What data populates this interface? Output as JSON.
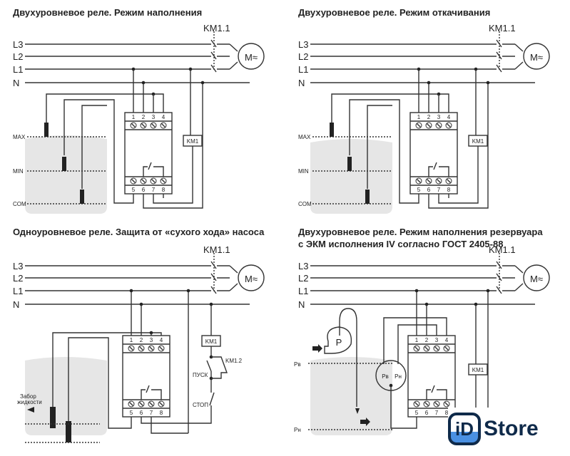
{
  "panels": [
    {
      "title": "Двухуровневое реле. Режим наполнения",
      "levels": [
        "MAX",
        "MIN",
        "COM"
      ]
    },
    {
      "title": "Двухуровневое реле. Режим откачивания",
      "levels": [
        "MAX",
        "MIN",
        "COM"
      ]
    },
    {
      "title": "Одноуровневое реле. Защита от «сухого хода» насоса",
      "intake_label": [
        "Забор",
        "жидкости"
      ],
      "start_label": "ПУСК",
      "stop_label": "СТОП",
      "contact_label": "KM1.2"
    },
    {
      "title": "Двухуровневое реле. Режим наполнения резервуара",
      "title2": "с ЭКМ исполнения IV согласно ГОСТ 2405-88",
      "levels": [
        "Pв",
        "Pн"
      ],
      "pump_label": "P",
      "gauge_labels": [
        "Pв",
        "Pн"
      ]
    }
  ],
  "bus_labels": [
    "L3",
    "L2",
    "L1",
    "N"
  ],
  "contactor_label": "KM1.1",
  "motor_label": "M≈",
  "coil_label": "KM1",
  "terminals_top": [
    "1",
    "2",
    "3",
    "4"
  ],
  "terminals_bottom": [
    "5",
    "6",
    "7",
    "8"
  ],
  "logo": {
    "icon": "iD",
    "text": "Store"
  }
}
